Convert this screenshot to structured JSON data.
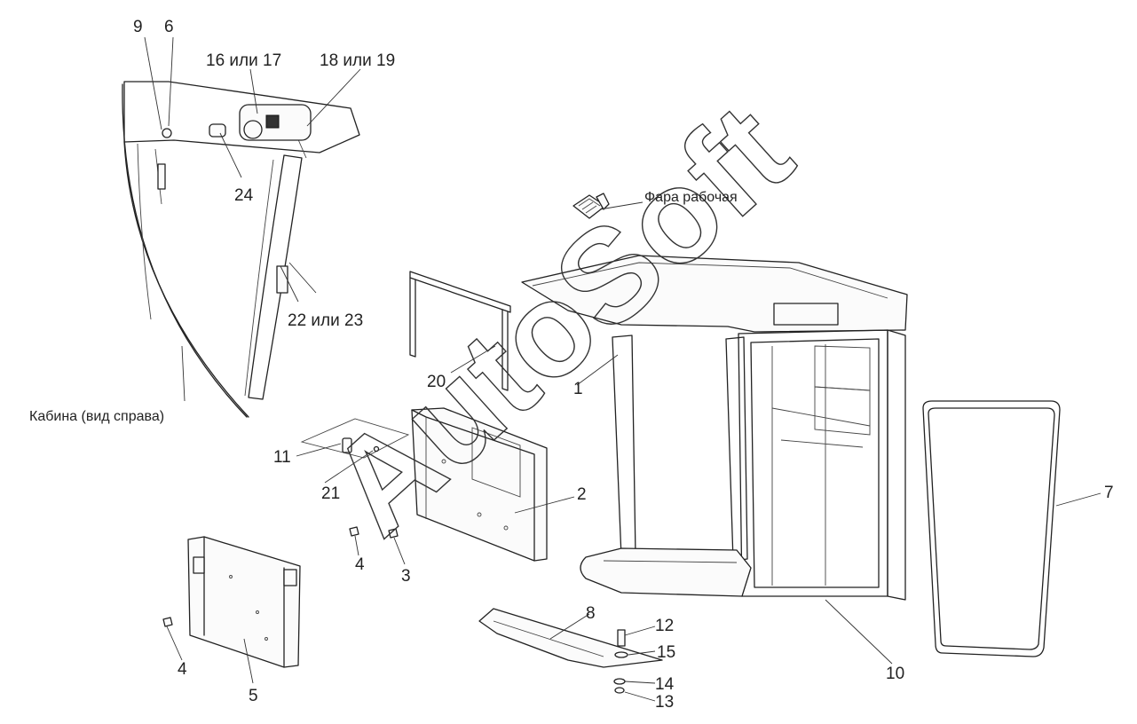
{
  "callouts": {
    "c9": "9",
    "c6": "6",
    "c16_17": "16 или 17",
    "c18_19": "18 или 19",
    "c24": "24",
    "c22_23": "22 или 23",
    "cab_side": "Кабина (вид справа)",
    "work_light": "Фара рабочая",
    "c20": "20",
    "c1": "1",
    "c11": "11",
    "c21": "21",
    "c2": "2",
    "c4a": "4",
    "c3": "3",
    "c4b": "4",
    "c5": "5",
    "c8": "8",
    "c12": "12",
    "c15": "15",
    "c14": "14",
    "c13": "13",
    "c10": "10",
    "c7": "7"
  },
  "watermark": "AutoSoft"
}
